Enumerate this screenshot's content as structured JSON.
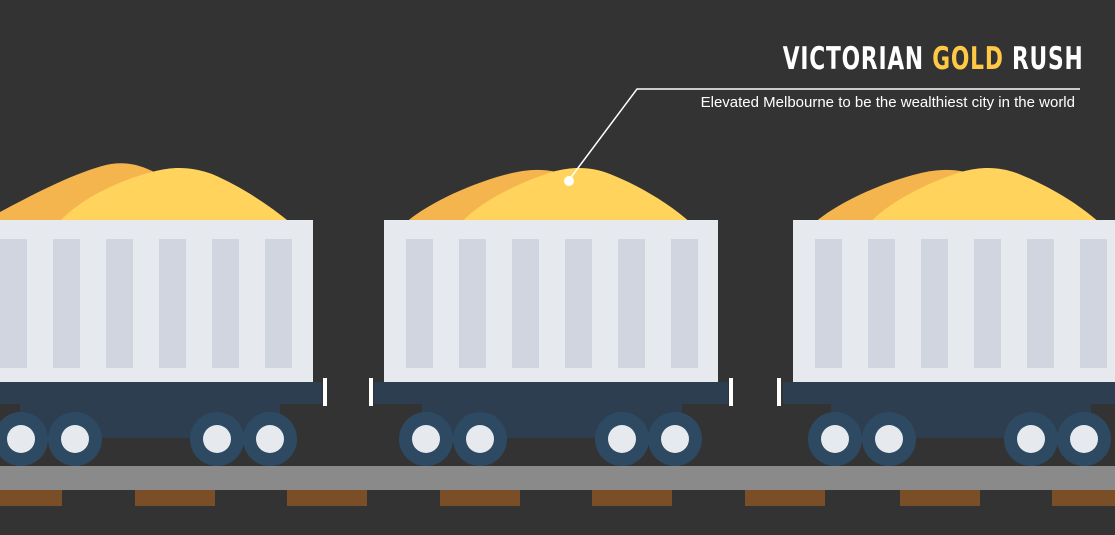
{
  "header": {
    "title_part1": "VICTORIAN ",
    "title_highlight": "GOLD",
    "title_part2": " RUSH",
    "subtitle": "Elevated Melbourne to be the wealthiest city in the world"
  },
  "colors": {
    "background": "#333333",
    "gold_light": "#ffd35c",
    "gold_dark": "#f5b54e",
    "wagon_body": "#e6e9ee",
    "wagon_slat": "#d0d5df",
    "chassis": "#2c3e50",
    "wheel": "#2e4a63",
    "hub": "#e6e9ee",
    "rail": "#8a8a8a",
    "sleeper": "#7a4f27",
    "highlight_text": "#ffc845"
  },
  "icons": {
    "wagons": [
      "gold-wagon-icon",
      "gold-wagon-icon",
      "gold-wagon-icon"
    ],
    "track": "railway-track-icon",
    "callout": "callout-pointer-icon"
  }
}
